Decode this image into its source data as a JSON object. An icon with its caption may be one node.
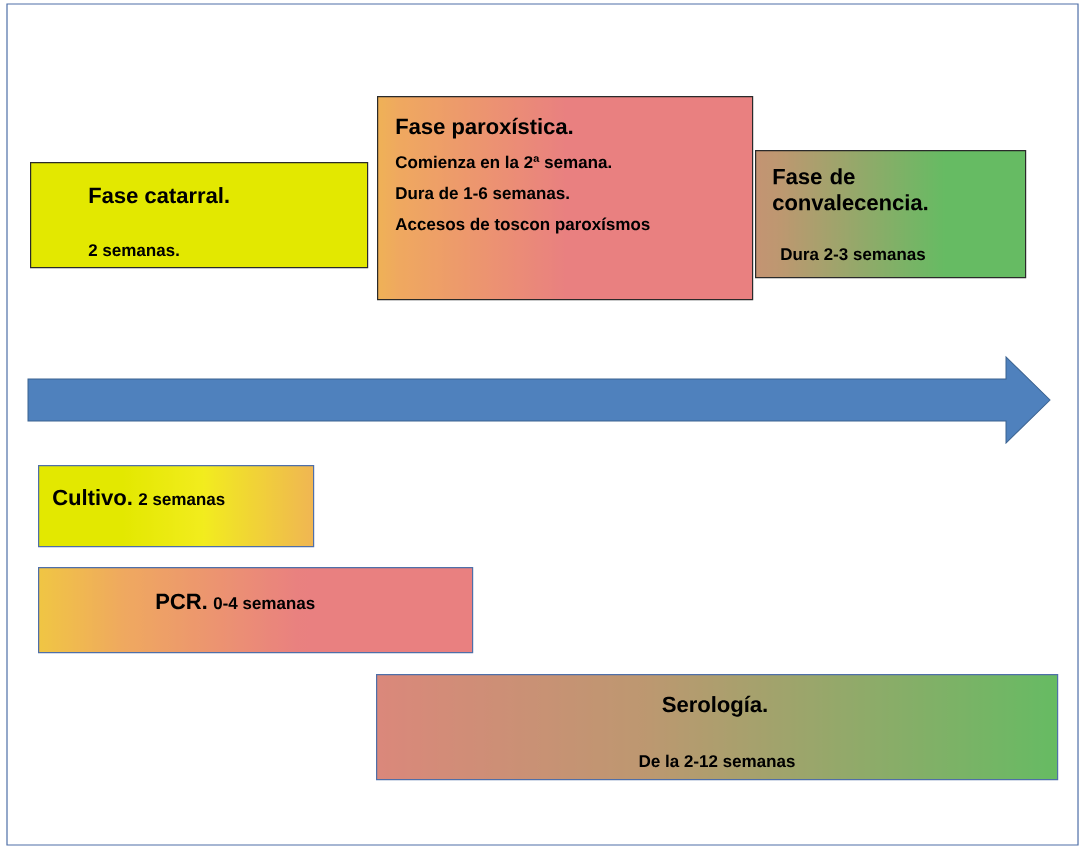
{
  "diagram": {
    "nodes": [
      {
        "text": [
          "Fase catarral.",
          "2 semanas."
        ]
      },
      {
        "text": [
          "Fase paroxística.",
          "Comienza en la 2ª semana.",
          "Dura de 1-6 semanas.",
          "Accesos de toscon paroxísmos"
        ]
      },
      {
        "text": [
          "Fase de convalecencia.",
          "Dura 2-3 semanas"
        ]
      },
      {
        "text": [
          "Cultivo.",
          "2 semanas"
        ]
      },
      {
        "text": [
          "PCR.",
          "0-4 semanas"
        ]
      },
      {
        "text": [
          "Serología.",
          "De la 2-12 semanas"
        ]
      }
    ]
  }
}
